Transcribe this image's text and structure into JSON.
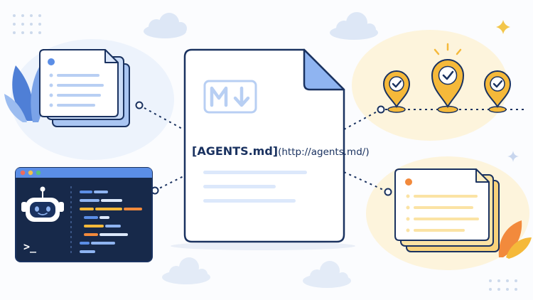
{
  "center_doc": {
    "link_text": "[AGENTS.md]",
    "link_url": "(http://agents.md/)",
    "badge": "markdown-badge"
  },
  "terminal": {
    "prompt": ">_"
  },
  "icons": [
    "cloud-icon",
    "sparkle-icon",
    "leaf-icon",
    "robot-icon",
    "location-pin-icon",
    "checkmark-icon",
    "markdown-icon"
  ],
  "colors": {
    "navy": "#1a3260",
    "blue_accent": "#5b8ee6",
    "light_blue": "#dce8fb",
    "yellow": "#f5b93a",
    "light_yellow": "#fdefc7",
    "orange": "#f28a3c",
    "terminal_bg": "#17294a"
  }
}
